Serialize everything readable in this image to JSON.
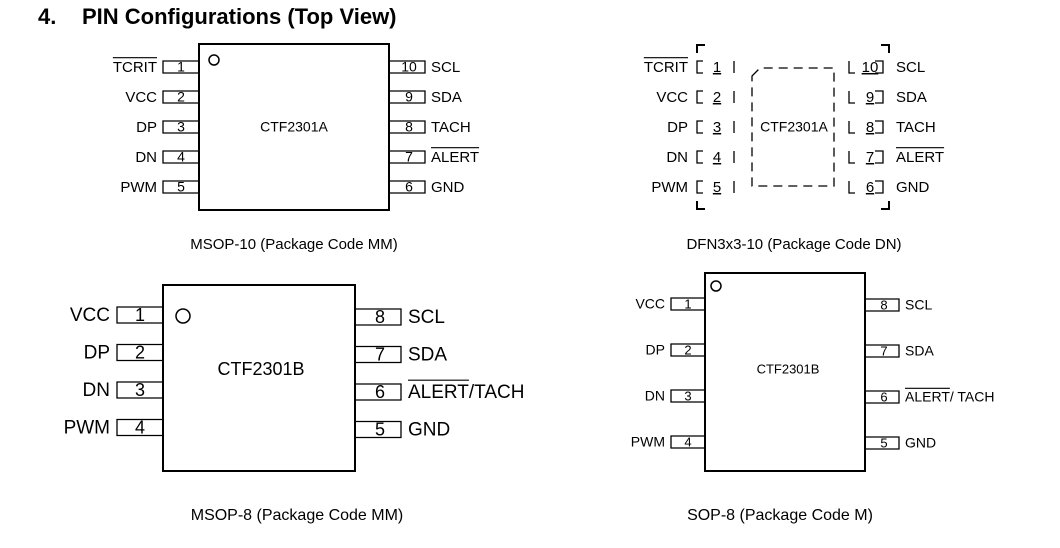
{
  "section": {
    "number": "4.",
    "title": "PIN Configurations (Top View)"
  },
  "packages": [
    {
      "id": "msop10",
      "chip": "CTF2301A",
      "caption": "MSOP-10 (Package Code MM)",
      "left_pins": [
        {
          "num": "1",
          "name": "TCRIT",
          "overline": "TCRIT"
        },
        {
          "num": "2",
          "name": "VCC"
        },
        {
          "num": "3",
          "name": "DP"
        },
        {
          "num": "4",
          "name": "DN"
        },
        {
          "num": "5",
          "name": "PWM"
        }
      ],
      "right_pins": [
        {
          "num": "10",
          "name": "SCL"
        },
        {
          "num": "9",
          "name": "SDA"
        },
        {
          "num": "8",
          "name": "TACH"
        },
        {
          "num": "7",
          "name": "ALERT",
          "overline": "ALERT"
        },
        {
          "num": "6",
          "name": "GND"
        }
      ]
    },
    {
      "id": "dfn10",
      "chip": "CTF2301A",
      "caption": "DFN3x3-10 (Package Code DN)",
      "left_pins": [
        {
          "num": "1",
          "name": "TCRIT",
          "overline": "TCRIT"
        },
        {
          "num": "2",
          "name": "VCC"
        },
        {
          "num": "3",
          "name": "DP"
        },
        {
          "num": "4",
          "name": "DN"
        },
        {
          "num": "5",
          "name": "PWM"
        }
      ],
      "right_pins": [
        {
          "num": "10",
          "name": "SCL"
        },
        {
          "num": "9",
          "name": "SDA"
        },
        {
          "num": "8",
          "name": "TACH"
        },
        {
          "num": "7",
          "name": "ALERT",
          "overline": "ALERT"
        },
        {
          "num": "6",
          "name": "GND"
        }
      ]
    },
    {
      "id": "msop8",
      "chip": "CTF2301B",
      "caption": "MSOP-8 (Package Code MM)",
      "left_pins": [
        {
          "num": "1",
          "name": "VCC"
        },
        {
          "num": "2",
          "name": "DP"
        },
        {
          "num": "3",
          "name": "DN"
        },
        {
          "num": "4",
          "name": "PWM"
        }
      ],
      "right_pins": [
        {
          "num": "8",
          "name": "SCL"
        },
        {
          "num": "7",
          "name": "SDA"
        },
        {
          "num": "6",
          "name": "ALERT/TACH",
          "overline": "ALERT"
        },
        {
          "num": "5",
          "name": "GND"
        }
      ]
    },
    {
      "id": "sop8",
      "chip": "CTF2301B",
      "caption": "SOP-8 (Package Code M)",
      "left_pins": [
        {
          "num": "1",
          "name": "VCC"
        },
        {
          "num": "2",
          "name": "DP"
        },
        {
          "num": "3",
          "name": "DN"
        },
        {
          "num": "4",
          "name": "PWM"
        }
      ],
      "right_pins": [
        {
          "num": "8",
          "name": "SCL"
        },
        {
          "num": "7",
          "name": "SDA"
        },
        {
          "num": "6",
          "name": "ALERT/ TACH",
          "overline": "ALERT"
        },
        {
          "num": "5",
          "name": "GND"
        }
      ]
    }
  ]
}
